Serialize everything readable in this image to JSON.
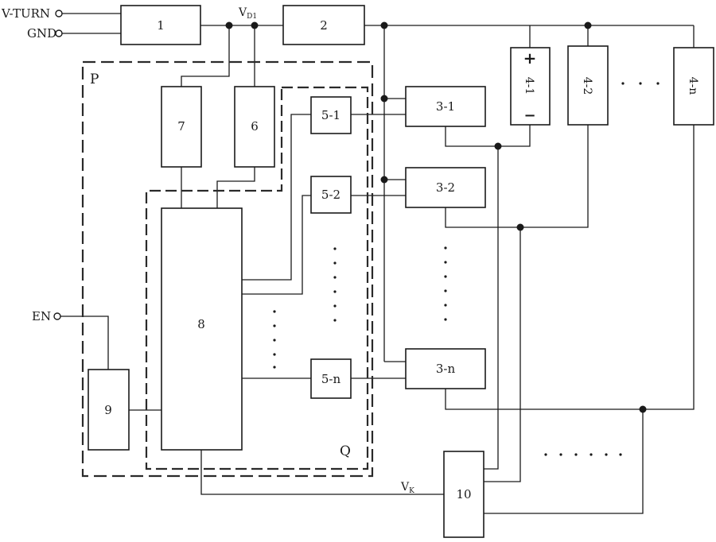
{
  "terminals": {
    "v_turn": "V-TURN",
    "gnd": "GND",
    "en": "EN"
  },
  "voltages": {
    "vd1_main": "V",
    "vd1_sub": "D1",
    "vk_main": "V",
    "vk_sub": "K"
  },
  "regions": {
    "p": "P",
    "q": "Q"
  },
  "blocks": {
    "b1": "1",
    "b2": "2",
    "b6": "6",
    "b7": "7",
    "b8": "8",
    "b9": "9",
    "b10": "10",
    "b5_1": "5-1",
    "b5_2": "5-2",
    "b5_n": "5-n",
    "b3_1": "3-1",
    "b3_2": "3-2",
    "b3_n": "3-n",
    "b4_1": "4-1",
    "b4_2": "4-2",
    "b4_n": "4-n"
  },
  "battery": {
    "plus": "+",
    "minus": "−"
  },
  "ellipsis": {
    "h_dots": "· · · · · ·",
    "v_dots": "·"
  }
}
